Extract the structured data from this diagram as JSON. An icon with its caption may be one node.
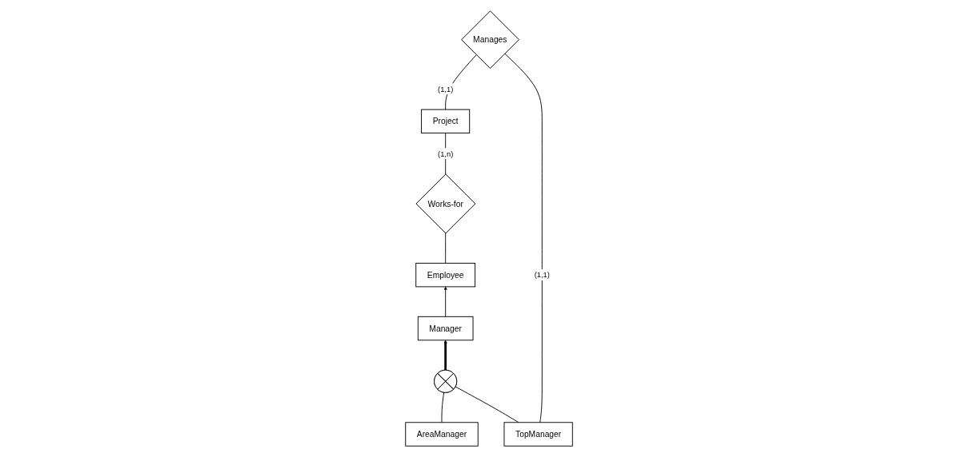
{
  "diagram": {
    "nodes": [
      {
        "text": [
          "Employee"
        ]
      },
      {
        "text": [
          "Works-for"
        ]
      },
      {
        "text": [
          "Manager"
        ]
      },
      {
        "text": [
          "Project"
        ]
      },
      {
        "text": [],
        "shape": "circle"
      },
      {
        "text": [
          "AreaManager"
        ]
      },
      {
        "text": [
          "TopManager"
        ]
      },
      {
        "text": [
          "Manages"
        ]
      }
    ],
    "edges": [
      {
        "from": 0,
        "to": 1,
        "arrow": "none"
      },
      {
        "from": 1,
        "to": 3,
        "arrow": "none",
        "label": "(1,n)"
      },
      {
        "from": 2,
        "to": 0,
        "arrow": "to"
      },
      {
        "from": 4,
        "to": 2,
        "arrow": "to",
        "style": "thick"
      },
      {
        "from": 5,
        "to": 4,
        "arrow": "none"
      },
      {
        "from": 6,
        "to": 4,
        "arrow": "none"
      },
      {
        "from": 3,
        "to": 7,
        "arrow": "none",
        "label": "(1,1)"
      },
      {
        "from": 6,
        "to": 7,
        "arrow": "none",
        "label": "(1,1)"
      }
    ]
  }
}
